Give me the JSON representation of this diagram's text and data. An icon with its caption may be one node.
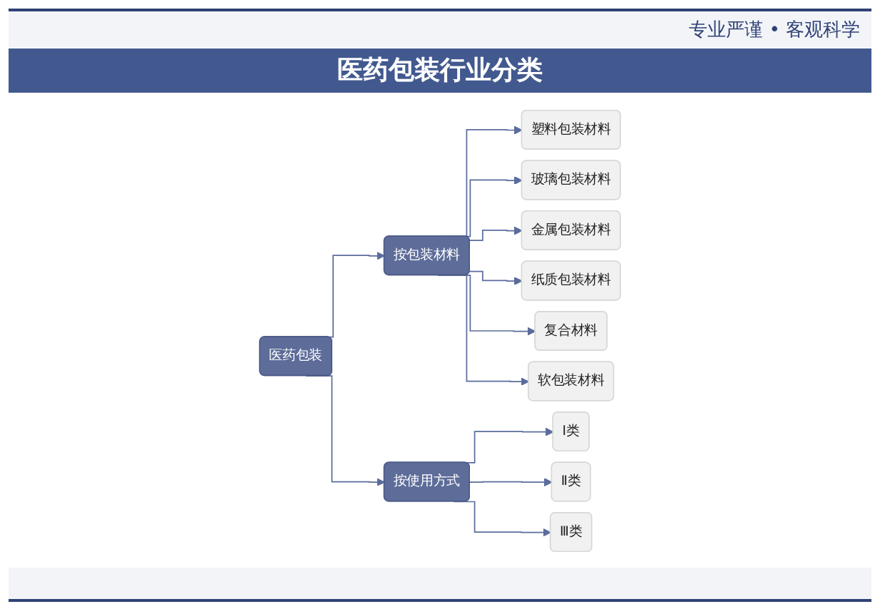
{
  "diagram": {
    "title": "医药包装行业分类",
    "nodes": [
      {
        "text": [
          "医药包装"
        ]
      },
      {
        "text": [
          "按包装材料"
        ]
      },
      {
        "text": [
          "按使用方式"
        ]
      },
      {
        "text": [
          "塑料包装材料"
        ]
      },
      {
        "text": [
          "玻璃包装材料"
        ]
      },
      {
        "text": [
          "金属包装材料"
        ]
      },
      {
        "text": [
          "纸质包装材料"
        ]
      },
      {
        "text": [
          "复合材料"
        ]
      },
      {
        "text": [
          "软包装材料"
        ]
      },
      {
        "text": [
          "I类"
        ]
      },
      {
        "text": [
          "Ⅱ类"
        ]
      },
      {
        "text": [
          "Ⅲ类"
        ]
      }
    ],
    "edges": [
      {
        "from": 0,
        "to": 1,
        "arrow": "to"
      },
      {
        "from": 0,
        "to": 2,
        "arrow": "to"
      },
      {
        "from": 1,
        "to": 3,
        "arrow": "to"
      },
      {
        "from": 1,
        "to": 4,
        "arrow": "to"
      },
      {
        "from": 1,
        "to": 5,
        "arrow": "to"
      },
      {
        "from": 1,
        "to": 6,
        "arrow": "to"
      },
      {
        "from": 1,
        "to": 7,
        "arrow": "to"
      },
      {
        "from": 1,
        "to": 8,
        "arrow": "to"
      },
      {
        "from": 2,
        "to": 9,
        "arrow": "to"
      },
      {
        "from": 2,
        "to": 10,
        "arrow": "to"
      },
      {
        "from": 2,
        "to": 11,
        "arrow": "to"
      }
    ],
    "labels": [
      "专业严谨 • 客观科学"
    ]
  }
}
